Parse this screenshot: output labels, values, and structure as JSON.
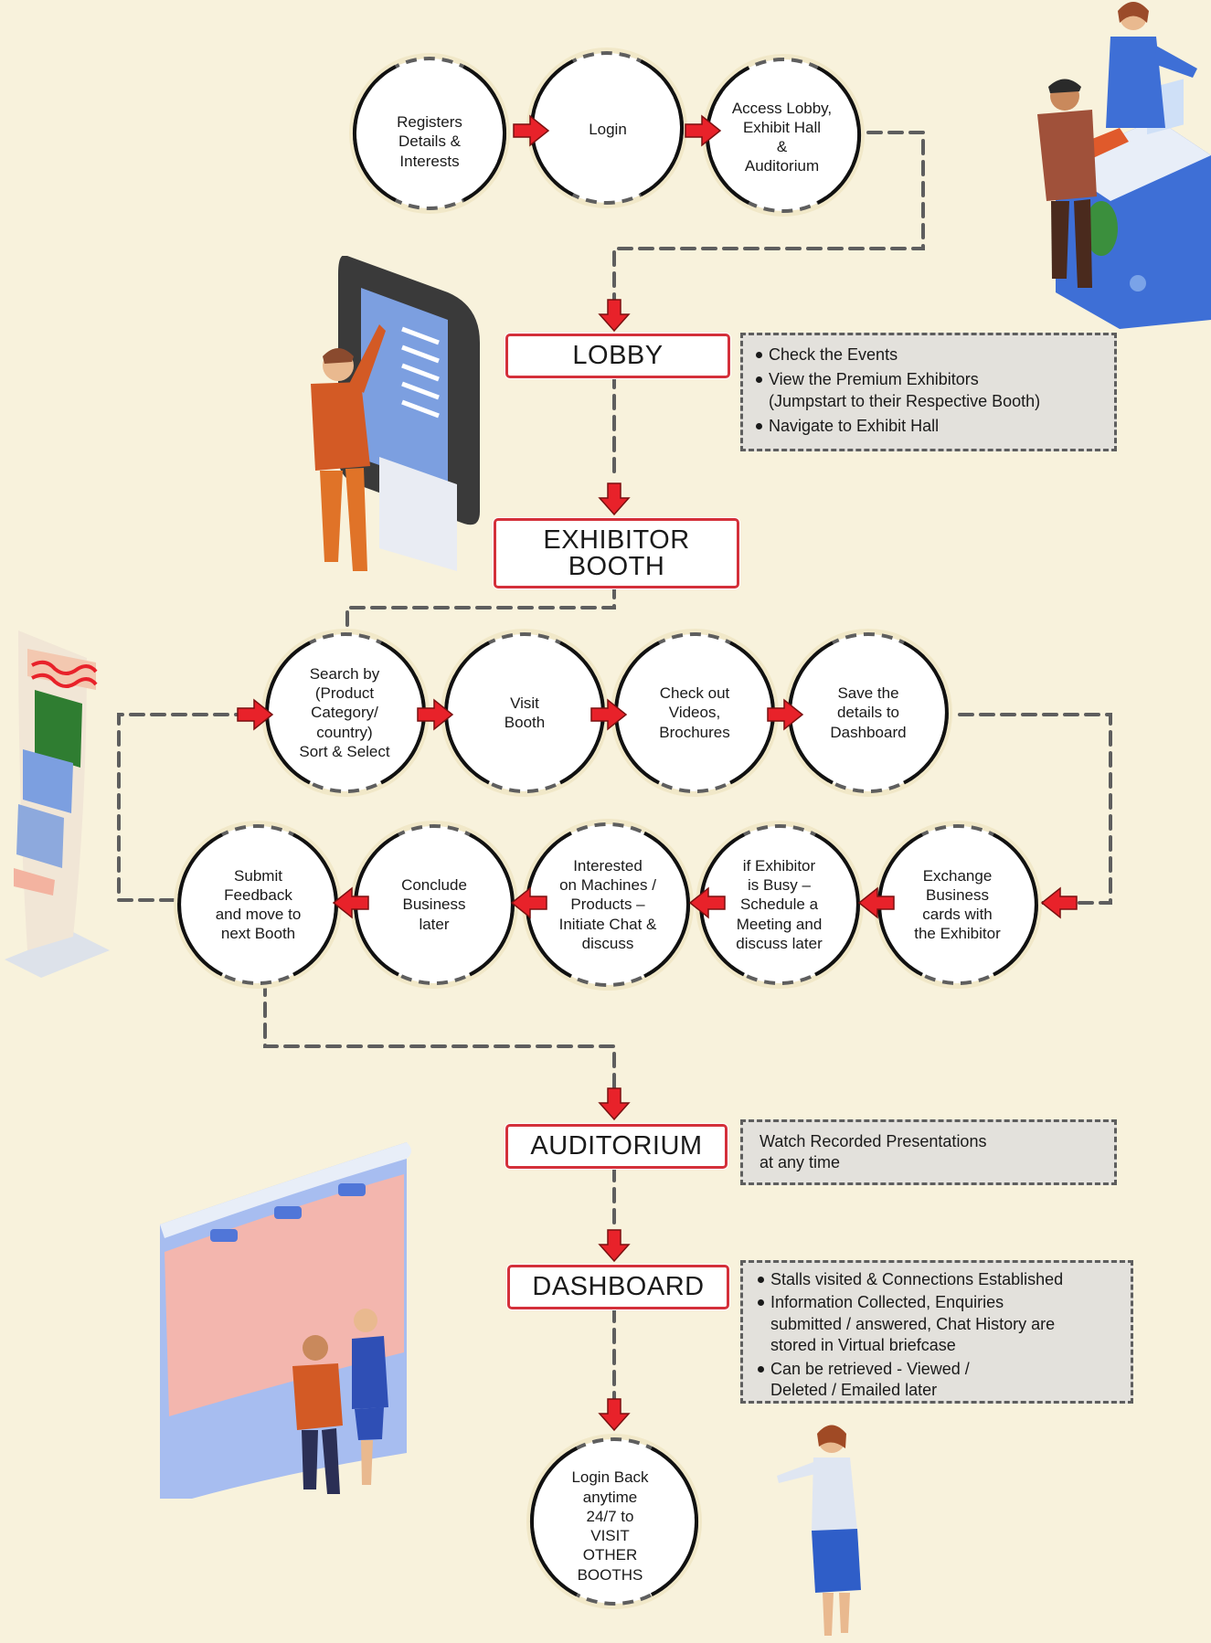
{
  "colors": {
    "background": "#f8f2dc",
    "accent_red": "#e8222a",
    "stage_border": "#d4303a",
    "dashed_line": "#5e5e5e",
    "note_fill": "#e3e1dc"
  },
  "top_flow": [
    "Registers\nDetails &\nInterests",
    "Login",
    "Access Lobby,\nExhibit Hall\n&\nAuditorium"
  ],
  "stages": {
    "lobby": "LOBBY",
    "exhibitor_booth": "EXHIBITOR\nBOOTH",
    "auditorium": "AUDITORIUM",
    "dashboard": "DASHBOARD"
  },
  "lobby_notes": [
    "Check the Events",
    "View the Premium Exhibitors\n(Jumpstart to their Respective Booth)",
    "Navigate to Exhibit Hall"
  ],
  "booth_row1": [
    "Search by\n(Product\nCategory/\ncountry)\nSort & Select",
    "Visit\nBooth",
    "Check out\nVideos,\nBrochures",
    "Save the\ndetails to\nDashboard"
  ],
  "booth_row2": [
    "Submit\nFeedback\nand move to\nnext Booth",
    "Conclude\nBusiness\nlater",
    "Interested\non Machines /\nProducts –\nInitiate Chat &\ndiscuss",
    "if Exhibitor\nis Busy –\nSchedule a\nMeeting and\ndiscuss later",
    "Exchange\nBusiness\ncards with\nthe Exhibitor"
  ],
  "auditorium_note": "Watch Recorded Presentations\nat any time",
  "dashboard_notes": [
    "Stalls visited & Connections Established",
    "Information Collected, Enquiries\nsubmitted / answered, Chat History are\nstored in Virtual briefcase",
    "Can be retrieved - Viewed /\nDeleted / Emailed later"
  ],
  "final_node": "Login Back\nanytime\n24/7 to\nVISIT\nOTHER\nBOOTHS",
  "illustrations": [
    "reception-desk-people",
    "touchscreen-kiosk-user",
    "brochure-stand",
    "exhibit-display-wall-visitors",
    "host-woman"
  ]
}
